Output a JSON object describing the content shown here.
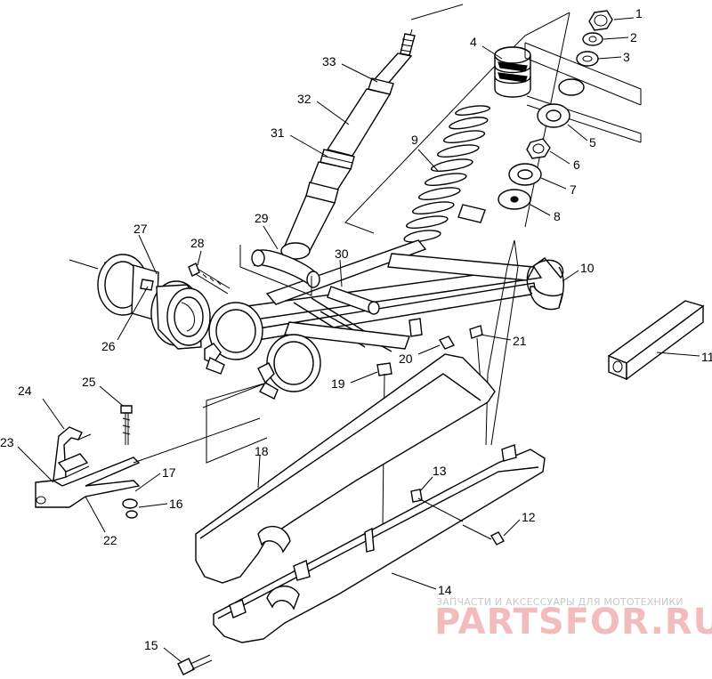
{
  "callouts": [
    {
      "num": "1"
    },
    {
      "num": "2"
    },
    {
      "num": "3"
    },
    {
      "num": "4"
    },
    {
      "num": "5"
    },
    {
      "num": "6"
    },
    {
      "num": "7"
    },
    {
      "num": "8"
    },
    {
      "num": "9"
    },
    {
      "num": "10"
    },
    {
      "num": "11"
    },
    {
      "num": "12"
    },
    {
      "num": "13"
    },
    {
      "num": "14"
    },
    {
      "num": "15"
    },
    {
      "num": "16"
    },
    {
      "num": "17"
    },
    {
      "num": "18"
    },
    {
      "num": "19"
    },
    {
      "num": "20"
    },
    {
      "num": "21"
    },
    {
      "num": "22"
    },
    {
      "num": "23"
    },
    {
      "num": "24"
    },
    {
      "num": "25"
    },
    {
      "num": "26"
    },
    {
      "num": "27"
    },
    {
      "num": "28"
    },
    {
      "num": "29"
    },
    {
      "num": "30"
    },
    {
      "num": "31"
    },
    {
      "num": "32"
    },
    {
      "num": "33"
    }
  ],
  "watermark": {
    "subtitle": "ЗАПЧАСТИ И АКСЕССУАРЫ ДЛЯ МОТОТЕХНИКИ",
    "logo": "PARTSFOR.RU"
  },
  "colors": {
    "line": "#000000",
    "background": "#ffffff",
    "watermark_logo": "#f3bcbc",
    "watermark_text": "#c8c8c8"
  }
}
